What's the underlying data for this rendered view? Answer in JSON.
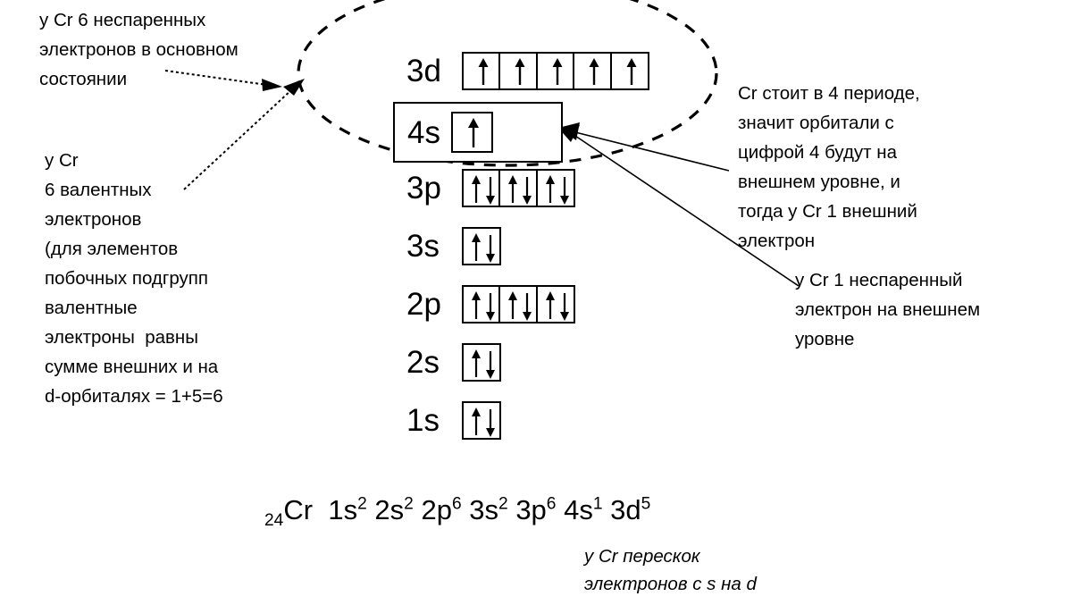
{
  "diagram": {
    "title_element": "Cr",
    "atomic_number": "24",
    "annotations": {
      "top_left": "у Cr 6 неспаренных\nэлектронов в основном\nсостоянии",
      "mid_left": "у Cr\n6 валентных\nэлектронов\n(для элементов\nпобочных подгрупп\nвалентные\nэлектроны  равны\nсумме внешних и на\nd-орбиталях = 1+5=6",
      "top_right": "Cr стоит в 4 периоде,\nзначит орбитали с\nцифрой 4 будут на\nвнешнем уровне, и\nтогда у Cr 1 внешний\nэлектрон",
      "mid_right": "у Cr 1 неспаренный\nэлектрон на внешнем\nуровне",
      "bottom_italic": "у Cr перескок\nэлектронов с s на d"
    },
    "orbitals": [
      {
        "label": "3d",
        "cells": [
          "up",
          "up",
          "up",
          "up",
          "up"
        ]
      },
      {
        "label": "4s",
        "cells": [
          "up"
        ]
      },
      {
        "label": "3p",
        "cells": [
          "updown",
          "updown",
          "updown"
        ]
      },
      {
        "label": "3s",
        "cells": [
          "updown"
        ]
      },
      {
        "label": "2p",
        "cells": [
          "updown",
          "updown",
          "updown"
        ]
      },
      {
        "label": "2s",
        "cells": [
          "updown"
        ]
      },
      {
        "label": "1s",
        "cells": [
          "updown"
        ]
      }
    ],
    "configuration": {
      "prefix_subscript": "24",
      "element": "Cr",
      "terms": [
        {
          "shell": "1s",
          "electrons": "2"
        },
        {
          "shell": "2s",
          "electrons": "2"
        },
        {
          "shell": "2p",
          "electrons": "6"
        },
        {
          "shell": "3s",
          "electrons": "2"
        },
        {
          "shell": "3p",
          "electrons": "6"
        },
        {
          "shell": "4s",
          "electrons": "1"
        },
        {
          "shell": "3d",
          "electrons": "5"
        }
      ]
    },
    "highlight_shape": "dashed-ellipse",
    "colors": {
      "ink": "#000000",
      "background": "#ffffff"
    }
  }
}
